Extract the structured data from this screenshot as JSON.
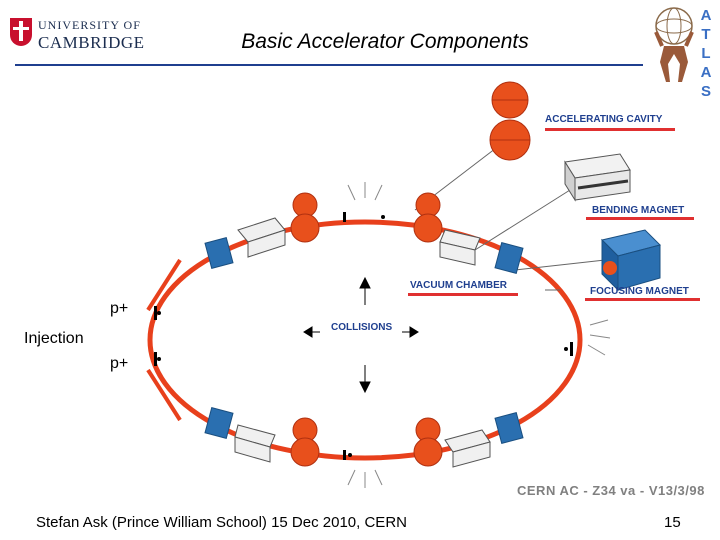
{
  "header": {
    "university_logo_line1": "UNIVERSITY OF",
    "university_logo_line2": "CAMBRIDGE",
    "title": "Basic Accelerator Components",
    "atlas_logo": [
      "A",
      "T",
      "L",
      "A",
      "S"
    ]
  },
  "diagram": {
    "labels": {
      "accelerating_cavity": "ACCELERATING CAVITY",
      "bending_magnet": "BENDING MAGNET",
      "vacuum_chamber": "VACUUM CHAMBER",
      "focusing_magnet": "FOCUSING MAGNET",
      "collisions": "COLLISIONS"
    },
    "credit": "CERN AC - Z34 va - V13/3/98"
  },
  "annotations": {
    "p_top": "p+",
    "p_bottom": "p+",
    "injection": "Injection"
  },
  "footer": {
    "text": "Stefan Ask (Prince William School) 15 Dec 2010, CERN",
    "page_number": "15"
  },
  "colors": {
    "ring": "#e8401c",
    "cavity": "#e8501c",
    "focusing_magnet": "#2a6fb0",
    "label_text": "#1f3f8f",
    "label_underline": "#e03030"
  }
}
